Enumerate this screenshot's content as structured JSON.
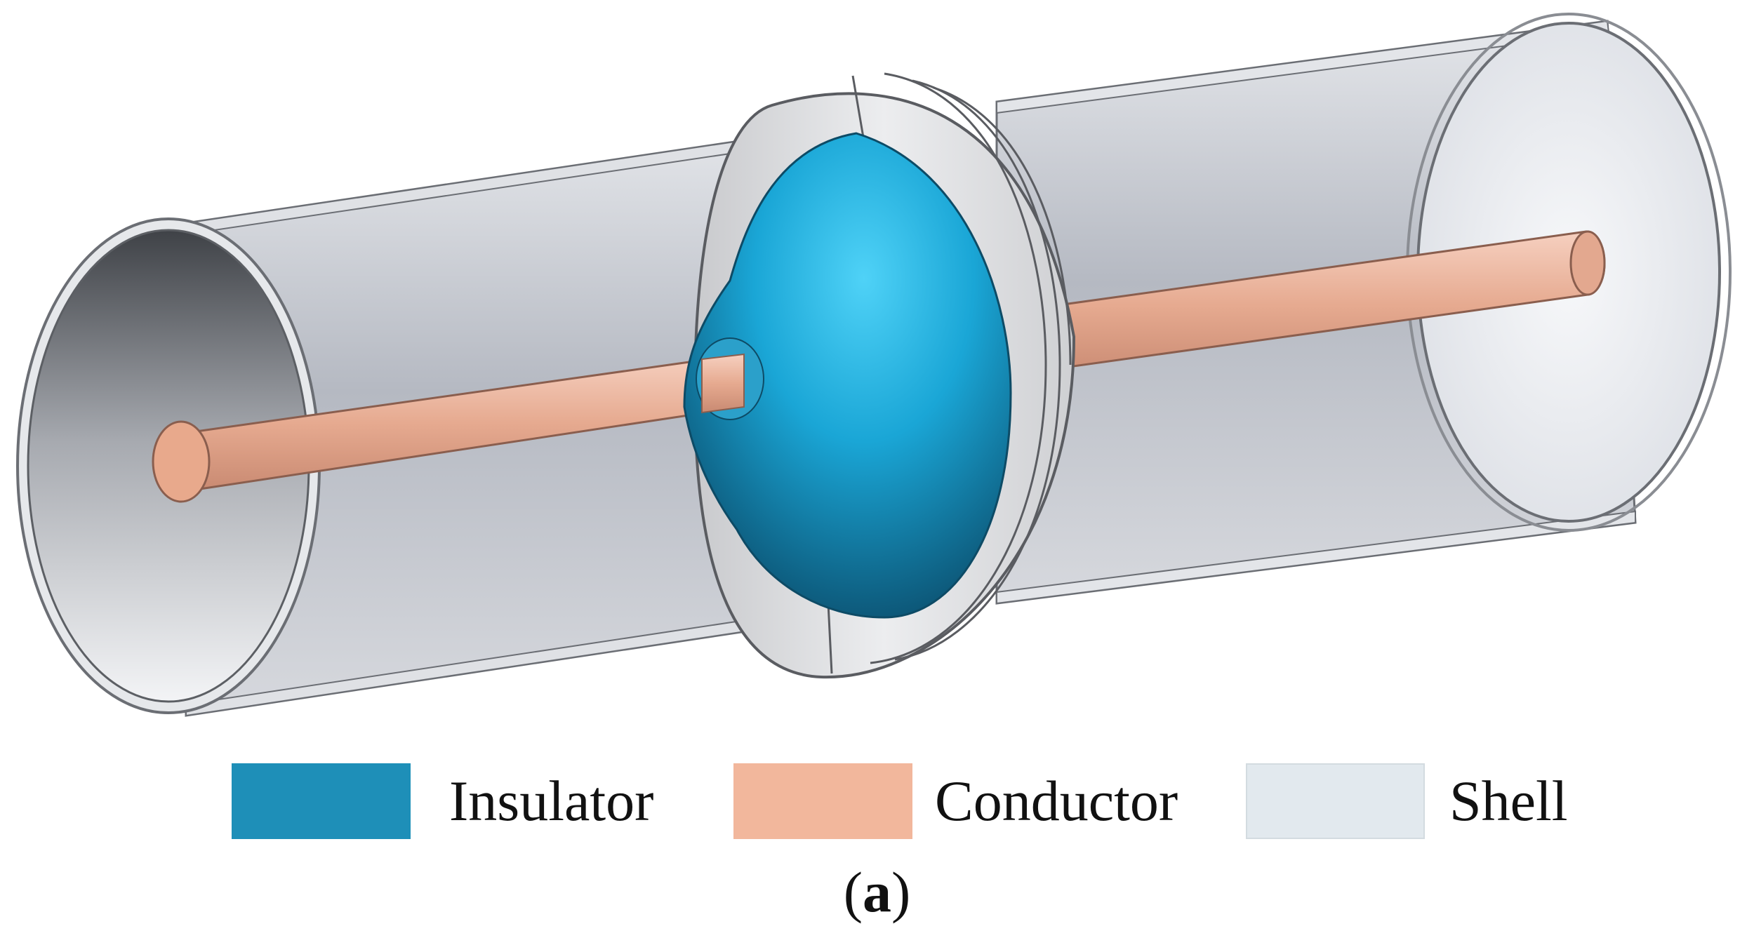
{
  "legend": [
    {
      "label": "Insulator",
      "color": "#1e8fb8"
    },
    {
      "label": "Conductor",
      "color": "#f2b79c"
    },
    {
      "label": "Shell",
      "color": "#e2e9ee"
    }
  ],
  "caption": {
    "open": "(",
    "letter": "a",
    "close": ")"
  },
  "colors": {
    "insulator": "#1e8fb8",
    "conductor": "#f0b49a",
    "shell": "#c8ccd3",
    "flange": "#d9dadd"
  }
}
